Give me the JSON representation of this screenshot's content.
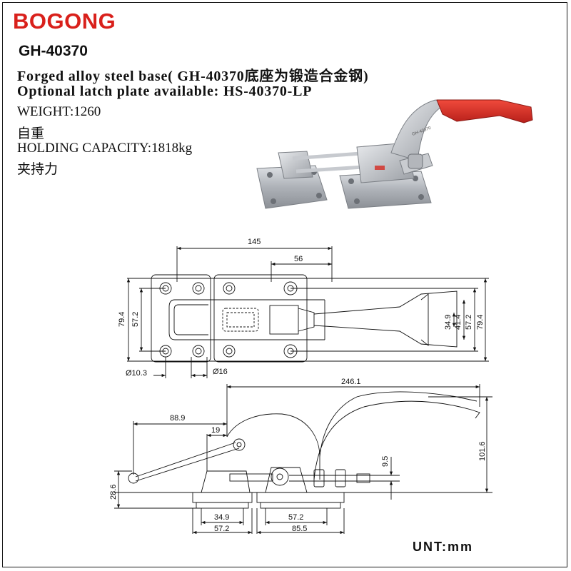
{
  "brand": "BOGONG",
  "model": "GH-40370",
  "lines": {
    "base": "Forged alloy steel base( GH-40370底座为锻造合金钢)",
    "latch": "Optional latch plate available: HS-40370-LP",
    "weight": "WEIGHT:1260",
    "weight_cn": "自重",
    "holding": "HOLDING CAPACITY:1818kg",
    "holding_cn": "夹持力"
  },
  "photo_label": "GH-40370",
  "dims": {
    "top_145": "145",
    "top_56": "56",
    "left_794": "79.4",
    "left_572": "57.2",
    "right_349": "34.9",
    "right_414": "41.4",
    "right_572": "57.2",
    "right_794": "79.4",
    "hole_103": "Ø10.3",
    "hole_16": "Ø16",
    "side_2461": "246.1",
    "side_889": "88.9",
    "side_19": "19",
    "side_95": "9.5",
    "side_1016": "101.6",
    "side_286": "28.6",
    "bot_349": "34.9",
    "bot_572a": "57.2",
    "bot_572b": "57.2",
    "bot_855": "85.5"
  },
  "unit": "UNT:mm",
  "colors": {
    "brand": "#d9201b",
    "handle": "#d42a22",
    "metal": "#b9bcc0"
  }
}
